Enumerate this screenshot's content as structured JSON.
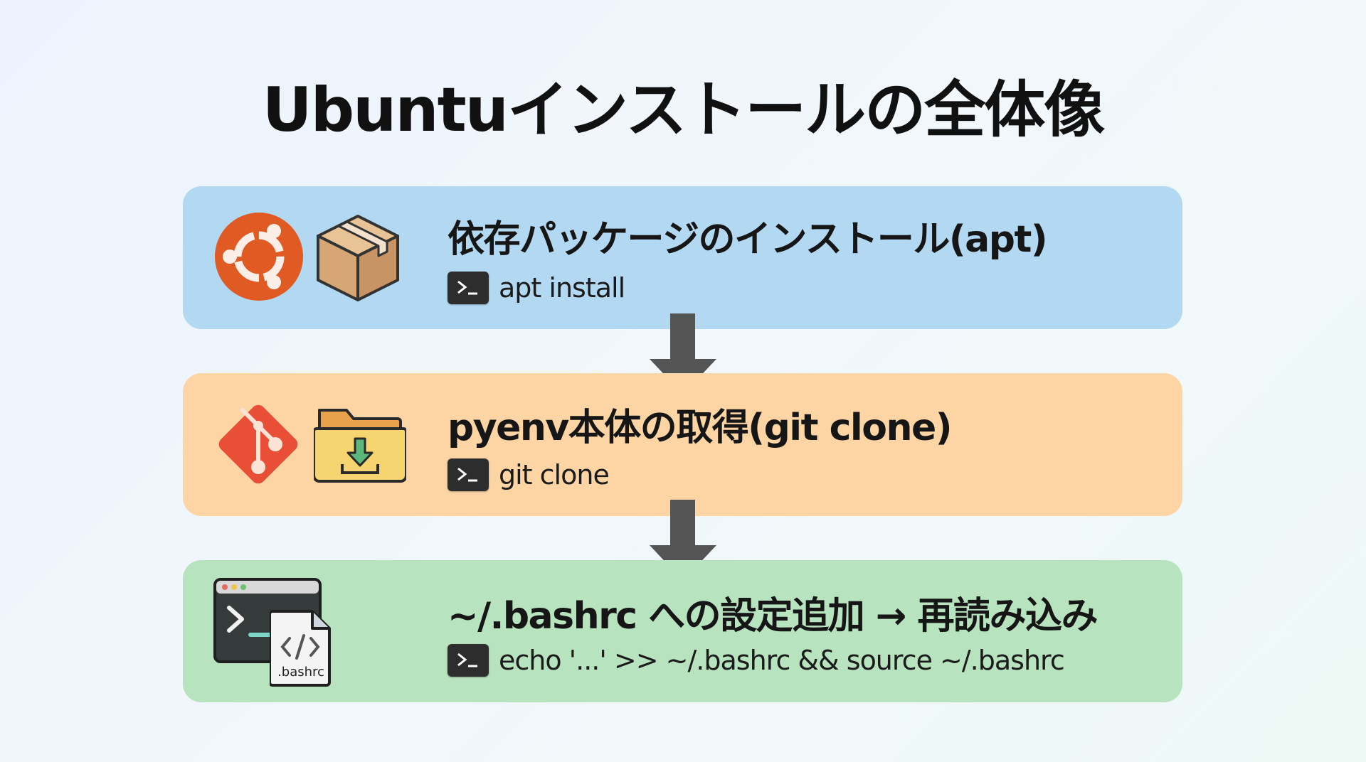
{
  "title": "Ubuntuインストールの全体像",
  "colors": {
    "step1_bg": "#b3d8f2",
    "step2_bg": "#fdd5a4",
    "step3_bg": "#b8e3bf",
    "arrow": "#545454",
    "ubuntu_orange": "#e05a24",
    "git_red": "#e94e36"
  },
  "steps": [
    {
      "heading": "依存パッケージのインストール(apt)",
      "command": "apt install",
      "icons": [
        "ubuntu-logo-icon",
        "package-box-icon"
      ]
    },
    {
      "heading": "pyenv本体の取得(git clone)",
      "command": "git clone",
      "icons": [
        "git-logo-icon",
        "folder-download-icon"
      ]
    },
    {
      "heading": "~/.bashrc への設定追加 → 再読み込み",
      "command": "echo '...' >> ~/.bashrc && source ~/.bashrc",
      "icons": [
        "terminal-window-icon",
        "bashrc-file-icon"
      ],
      "file_label": ".bashrc"
    }
  ],
  "terminal_badge_icon": "terminal-prompt-icon",
  "flow_arrow_icon": "arrow-down-icon"
}
